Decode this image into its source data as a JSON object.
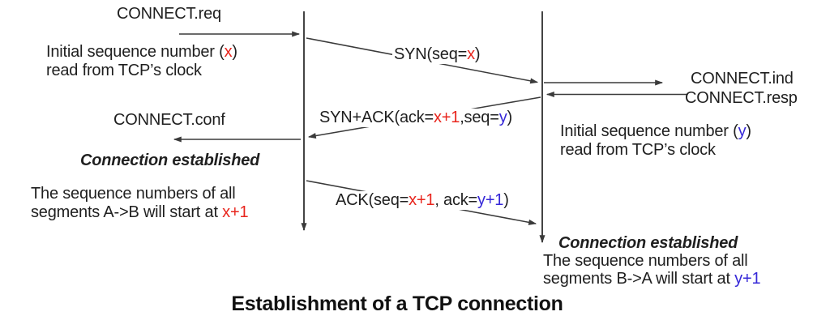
{
  "colors": {
    "line": "#3a3a3a",
    "text": "#1f1f1f",
    "accent_red": "#e8251d",
    "accent_blue": "#3628d8"
  },
  "primitives": {
    "connect_req": "CONNECT.req",
    "connect_ind": "CONNECT.ind",
    "connect_resp": "CONNECT.resp",
    "connect_conf": "CONNECT.conf"
  },
  "notes": {
    "isn_a": {
      "pre": "Initial sequence number (",
      "var": "x",
      "post": ")",
      "line2": "read from TCP’s clock"
    },
    "isn_b": {
      "pre": "Initial sequence number (",
      "var": "y",
      "post": ")",
      "line2": "read from TCP’s clock"
    },
    "established": "Connection established",
    "seq_a": {
      "line1": "The sequence numbers of all",
      "line2_pre": "segments A->B will start at ",
      "var": "x+1"
    },
    "seq_b": {
      "line1": "The sequence numbers of all",
      "line2_pre": "segments B->A will start at ",
      "var": "y+1"
    }
  },
  "messages": {
    "syn": {
      "pre": "SYN(seq=",
      "var1": "x",
      "post": ")"
    },
    "synack": {
      "pre": "SYN+ACK(ack=",
      "var1": "x+1",
      "mid": ",seq=",
      "var2": "y",
      "post": ")"
    },
    "ack": {
      "pre": "ACK(seq=",
      "var1": "x+1",
      "mid": ", ack=",
      "var2": "y+1",
      "post": ")"
    }
  },
  "caption": "Establishment of a TCP connection"
}
